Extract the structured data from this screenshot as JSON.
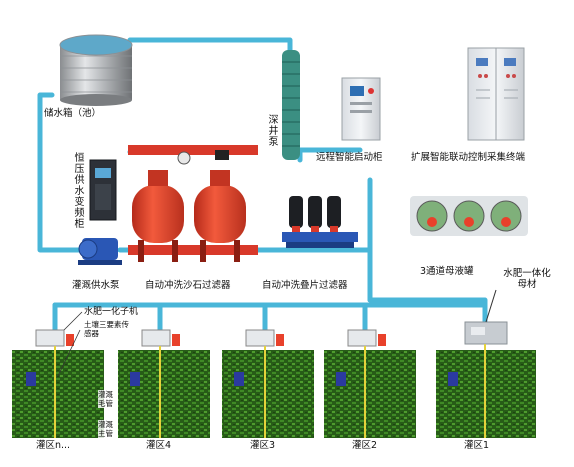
{
  "labels": {
    "storage_tank": "储水箱（池）",
    "deep_well_pump": "深井泵",
    "remote_starter": "远程智能启动柜",
    "control_terminal": "扩展智能联动控制采集终端",
    "vfd": "恒压供水变频柜",
    "supply_pump": "灌溉供水泵",
    "sand_filter": "自动冲洗沙石过滤器",
    "disc_filter": "自动冲洗叠片过滤器",
    "mother_tank": "3通道母液罐",
    "wf_tank": "水肥一体化母材",
    "wf_machine": "水肥一化子机",
    "soil_sensor": "土壤三要素传感器",
    "capillary": "灌溉毛管",
    "main_pipe": "灌溉主管"
  },
  "zones": [
    "灌区n...",
    "灌区4",
    "灌区3",
    "灌区2",
    "灌区1"
  ],
  "colors": {
    "pipe": "#49b6d8",
    "tank_red": "#e8412b",
    "field_green": "#2e6b1c",
    "pump_blue": "#2a57b5"
  }
}
